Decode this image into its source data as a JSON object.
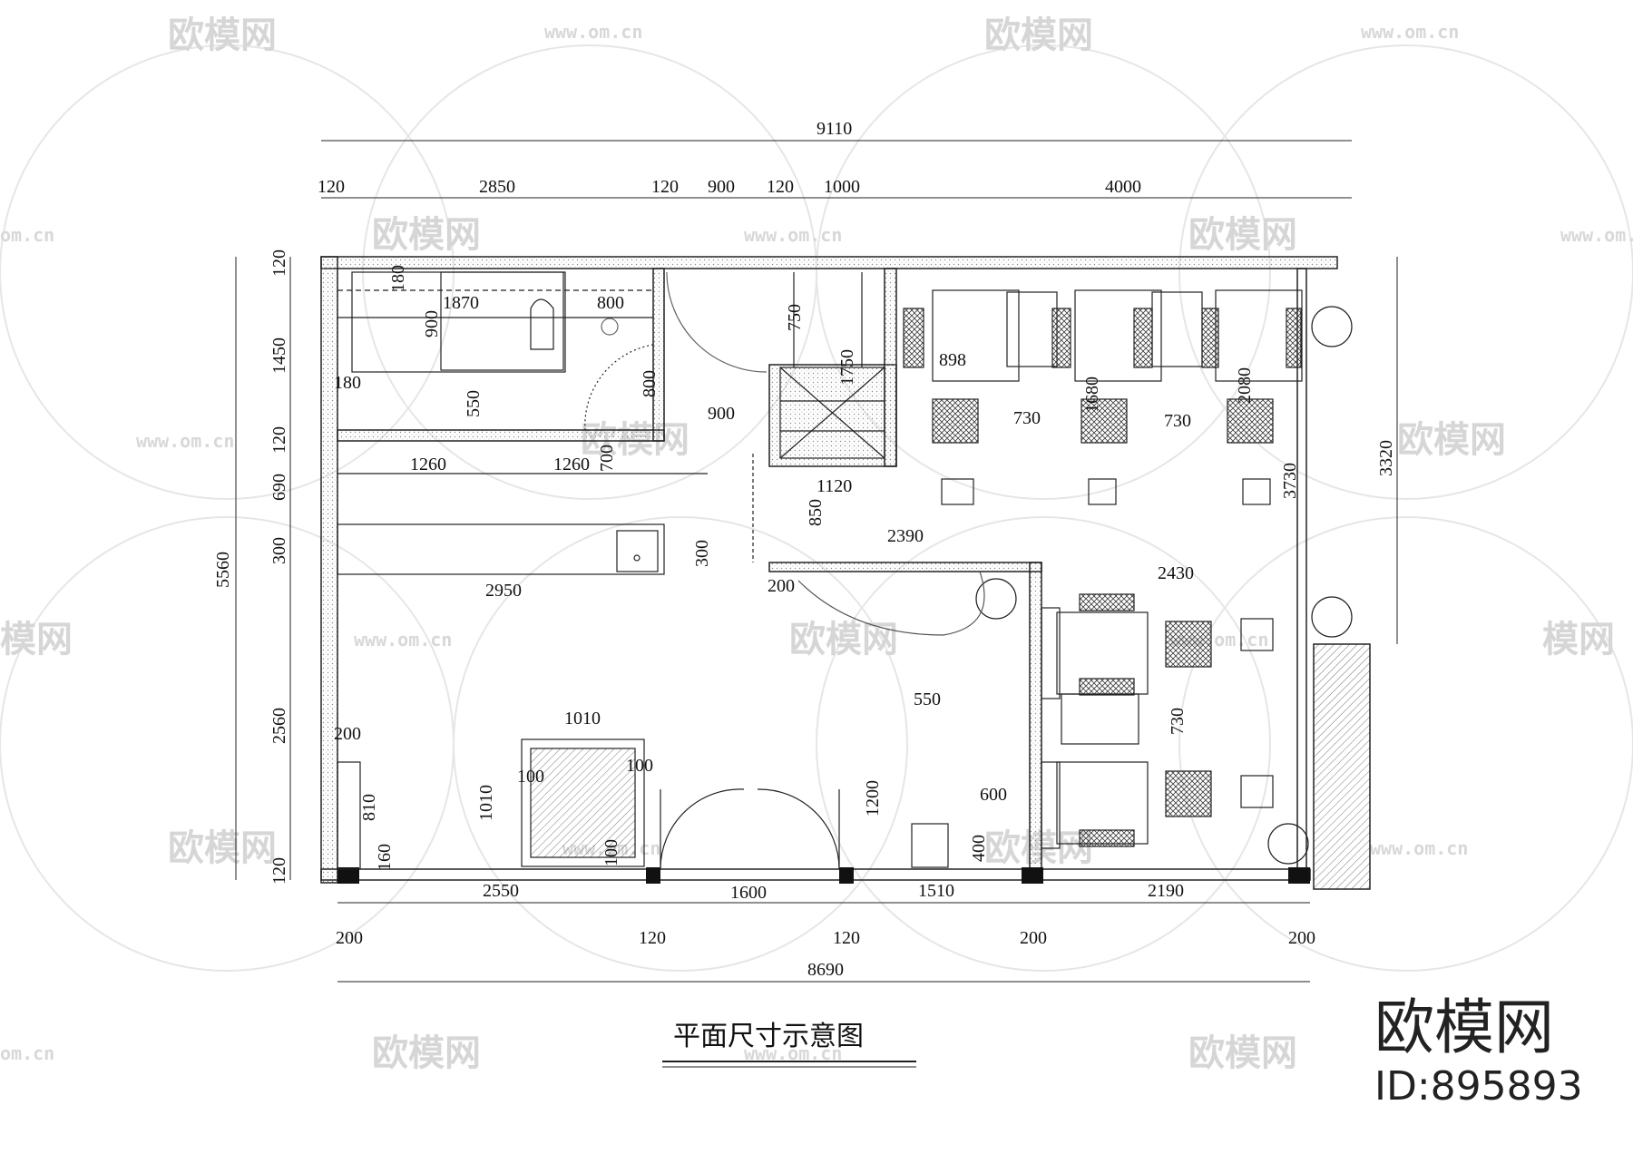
{
  "title": "平面尺寸示意图",
  "brand": {
    "name": "欧模网",
    "id": "ID:895893"
  },
  "watermark": {
    "brand": "欧模网",
    "url": "www.om.cn",
    "url_partial": "om.cn",
    "brand_partial": "模网"
  },
  "dimensions": {
    "overall_top": "9110",
    "top": [
      "120",
      "2850",
      "120",
      "900",
      "120",
      "1000",
      "4000"
    ],
    "left_overall": "5560",
    "left": [
      "120",
      "1450",
      "120",
      "690",
      "300",
      "2560",
      "120"
    ],
    "right": "3320",
    "bottom": [
      "2550",
      "1600",
      "1510",
      "2190"
    ],
    "bottom_walls": [
      "200",
      "120",
      "120",
      "200",
      "200"
    ],
    "overall_bottom": "8690",
    "interior": {
      "d180a": "180",
      "d1870": "1870",
      "d800a": "800",
      "d900a": "900",
      "d180b": "180",
      "d550a": "550",
      "d800b": "800",
      "d750": "750",
      "d1750": "1750",
      "d900b": "900",
      "d700": "700",
      "d1260a": "1260",
      "d1260b": "1260",
      "d1120": "1120",
      "d850": "850",
      "d2390": "2390",
      "d300b": "300",
      "d2950": "2950",
      "d200a": "200",
      "d898": "898",
      "d1680": "1680",
      "d2080": "2080",
      "d730a": "730",
      "d730b": "730",
      "d3730": "3730",
      "d2430": "2430",
      "d730c": "730",
      "d550b": "550",
      "d1200": "1200",
      "d600": "600",
      "d400": "400",
      "d1010a": "1010",
      "d1010b": "1010",
      "d100a": "100",
      "d100b": "100",
      "d100c": "100",
      "d200b": "200",
      "d810": "810",
      "d160": "160"
    }
  }
}
